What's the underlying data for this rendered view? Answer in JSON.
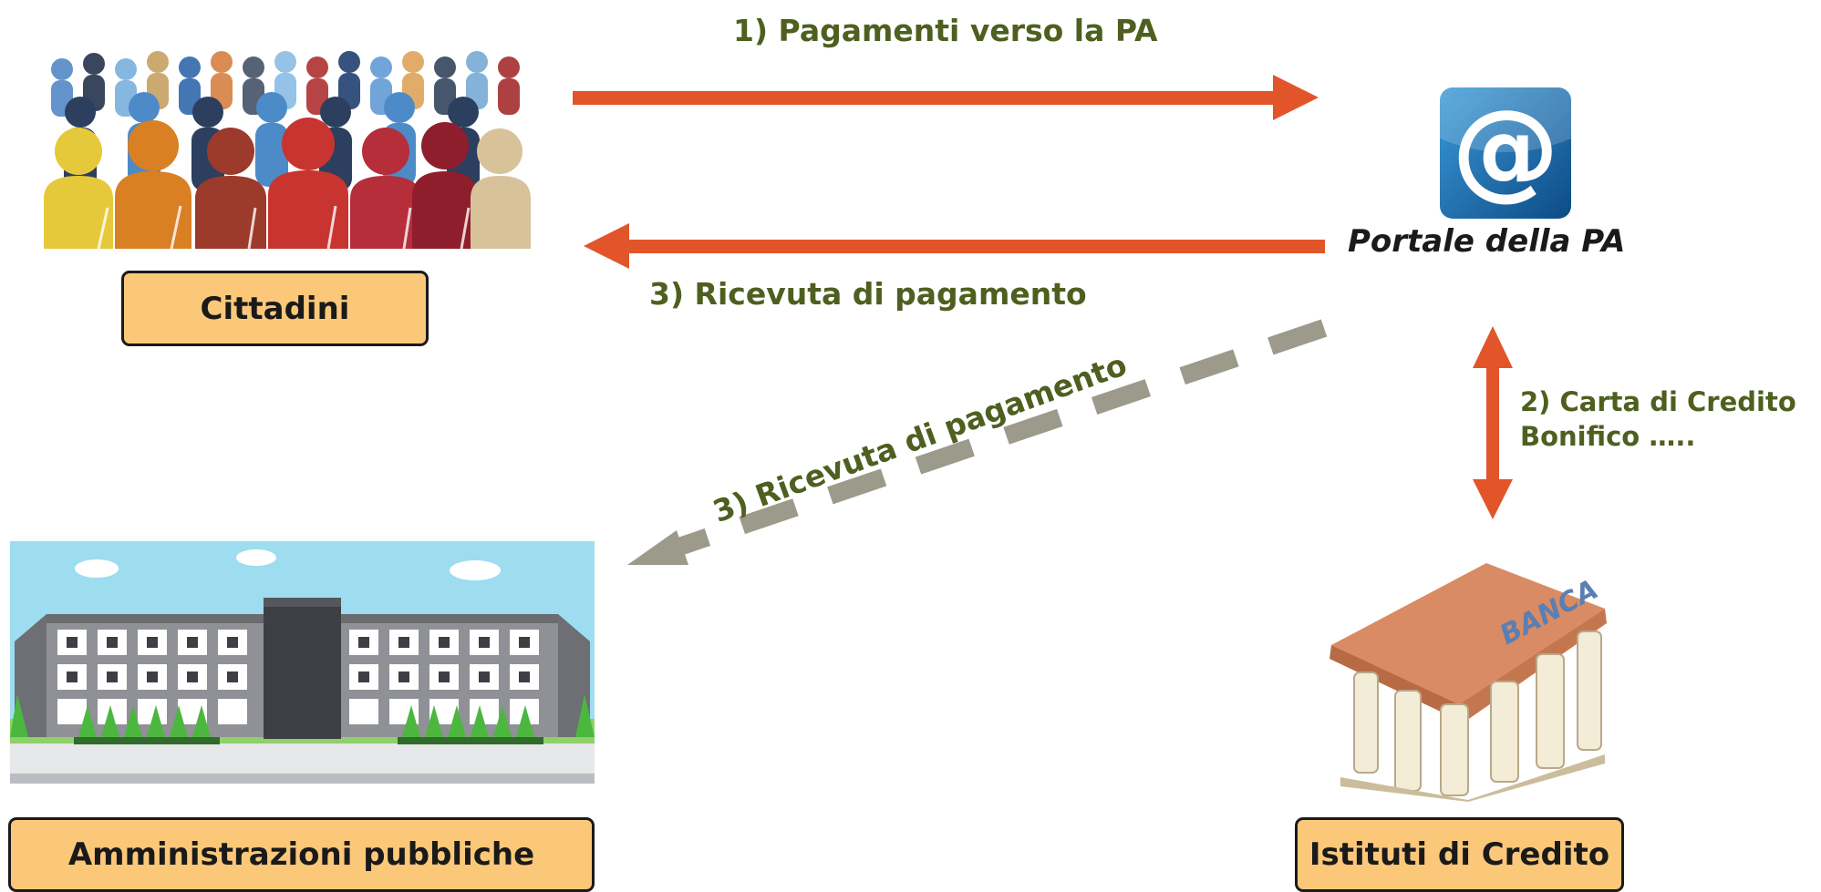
{
  "nodes": {
    "cittadini": "Cittadini",
    "amministrazioni": "Amministrazioni pubbliche",
    "istituti": "Istituti di Credito",
    "portale": "Portale della PA"
  },
  "arrows": {
    "pagamenti": "1) Pagamenti verso la PA",
    "ricevuta_cittadini": "3)  Ricevuta di pagamento",
    "ricevuta_pa": "3) Ricevuta di pagamento",
    "carta_line1": "2) Carta di Credito",
    "carta_line2": "Bonifico ….."
  },
  "bank_sign": "BANCA",
  "colors": {
    "arrow": "#e2552a",
    "dashed_arrow": "#9c9a8b",
    "label_text": "#4e5f1f",
    "box_fill": "#fbc87a"
  }
}
